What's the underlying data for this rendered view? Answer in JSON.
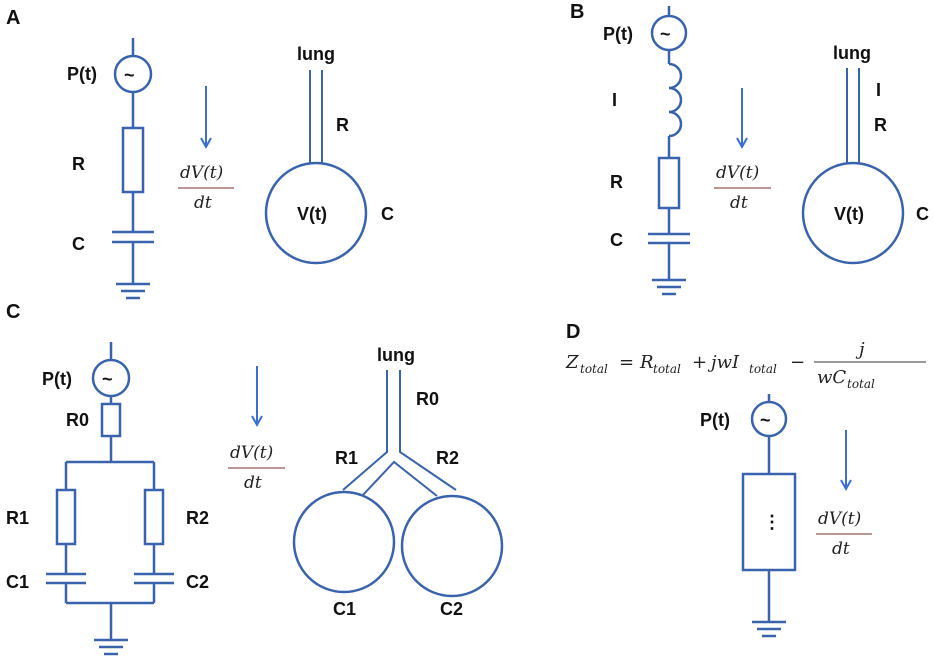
{
  "panels": {
    "a": {
      "letter": "A",
      "source_label": "P(t)",
      "source_symbol": "~",
      "resistor_label": "R",
      "capacitor_label": "C",
      "flow_numerator": "dV(t)",
      "flow_denominator": "dt",
      "airway_label": "lung",
      "airway_resistance_label": "R",
      "volume_label": "V(t)",
      "compliance_label": "C"
    },
    "b": {
      "letter": "B",
      "source_label": "P(t)",
      "source_symbol": "~",
      "inductor_label": "I",
      "resistor_label": "R",
      "capacitor_label": "C",
      "flow_numerator": "dV(t)",
      "flow_denominator": "dt",
      "airway_label": "lung",
      "airway_inertance_label": "I",
      "airway_resistance_label": "R",
      "volume_label": "V(t)",
      "compliance_label": "C"
    },
    "c": {
      "letter": "C",
      "source_label": "P(t)",
      "source_symbol": "~",
      "r0_label": "R0",
      "r1_label": "R1",
      "r2_label": "R2",
      "c1_label": "C1",
      "c2_label": "C2",
      "flow_numerator": "dV(t)",
      "flow_denominator": "dt",
      "airway_label": "lung",
      "trachea_label": "R0",
      "branch_left_label": "R1",
      "branch_right_label": "R2",
      "alveolus_left_label": "C1",
      "alveolus_right_label": "C2"
    },
    "d": {
      "letter": "D",
      "equation_lhs": "Z",
      "equation_lhs_sub": "total",
      "equation_eq": "=",
      "equation_r": "R",
      "equation_r_sub": "total",
      "equation_plus": "+",
      "equation_jwi": "jwI",
      "equation_i_sub": "total",
      "equation_minus": "−",
      "equation_frac_num": "j",
      "equation_frac_den": "wC",
      "equation_c_sub": "total",
      "source_label": "P(t)",
      "source_symbol": "~",
      "impedance_symbol": "⋮",
      "flow_numerator": "dV(t)",
      "flow_denominator": "dt"
    }
  },
  "colors": {
    "circuit": "#3a63ad",
    "arrow": "#3a6fd1",
    "text": "#111111",
    "fraction_bar": "#7a2b2b"
  }
}
